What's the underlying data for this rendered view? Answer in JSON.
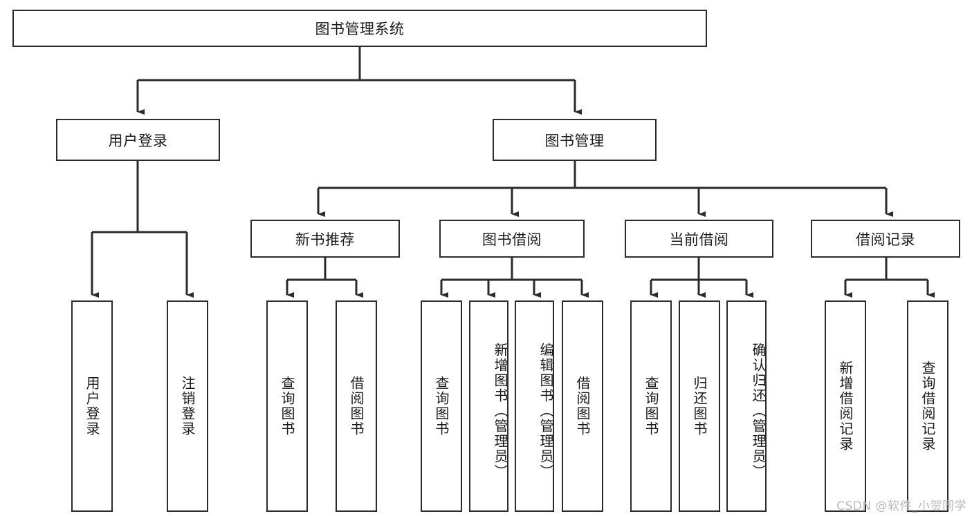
{
  "diagram": {
    "type": "tree",
    "title": "图书管理系统",
    "root": {
      "label": "图书管理系统"
    },
    "level1": [
      {
        "label": "用户登录"
      },
      {
        "label": "图书管理"
      }
    ],
    "level2": [
      {
        "label": "新书推荐",
        "parent": "图书管理"
      },
      {
        "label": "图书借阅",
        "parent": "图书管理"
      },
      {
        "label": "当前借阅",
        "parent": "图书管理"
      },
      {
        "label": "借阅记录",
        "parent": "图书管理"
      }
    ],
    "leaves": {
      "user_login": [
        {
          "label": "用户登录"
        },
        {
          "label": "注销登录"
        }
      ],
      "new_book_recommend": [
        {
          "label": "查询图书"
        },
        {
          "label": "借阅图书"
        }
      ],
      "book_borrow": [
        {
          "label": "查询图书"
        },
        {
          "label": "新增图书（管理员）"
        },
        {
          "label": "编辑图书（管理员）"
        },
        {
          "label": "借阅图书"
        }
      ],
      "current_borrow": [
        {
          "label": "查询图书"
        },
        {
          "label": "归还图书"
        },
        {
          "label": "确认归还（管理员）"
        }
      ],
      "borrow_records": [
        {
          "label": "新增借阅记录"
        },
        {
          "label": "查询借阅记录"
        }
      ]
    },
    "watermark": "CSDN @软件_小贺同学",
    "colors": {
      "stroke": "#2b2b2b",
      "fill": "#ffffff",
      "text": "#1a1a1a",
      "watermark": "#b9b9b9"
    }
  }
}
